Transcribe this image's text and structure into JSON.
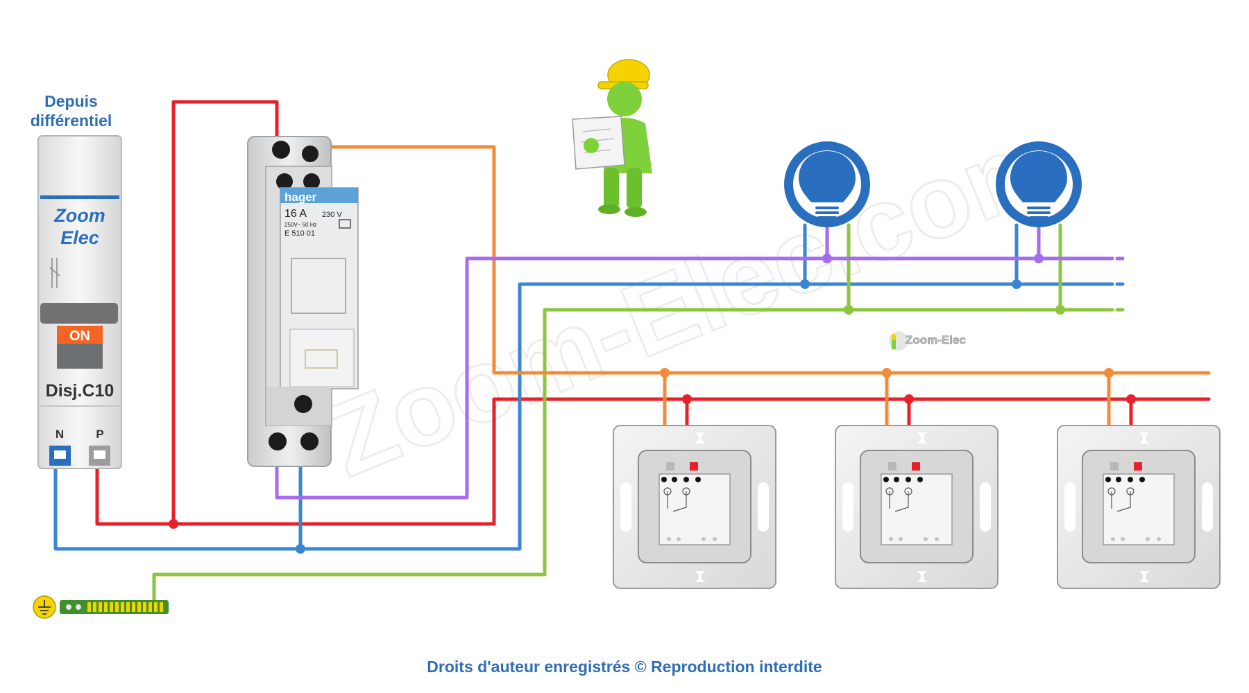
{
  "source_label": {
    "line1": "Depuis",
    "line2": "différentiel"
  },
  "breaker": {
    "brand_line1": "Zoom",
    "brand_line2": "Elec",
    "state_label": "ON",
    "rating_label": "Disj.C10",
    "terminal_neutral": "N",
    "terminal_phase": "P"
  },
  "relay": {
    "brand": "hager",
    "current_rating": "16 A",
    "coil_voltage": "230 V",
    "supply_rating": "250V~ 50 Hz",
    "reference": "E 510 01"
  },
  "watermark": {
    "text": "Zoom-Elec.com",
    "logo_text": "Zoom-Elec"
  },
  "footer": {
    "copyright": "Droits d'auteur enregistrés © Reproduction interdite"
  },
  "colors": {
    "phase": "#e8202a",
    "neutral": "#3a86d4",
    "earth": "#8cc63e",
    "return": "#f28c3a",
    "lamp_feed": "#a66cf0",
    "bulb_blue": "#2a6fbf",
    "text_blue": "#2f6db5",
    "breaker_orange": "#f26522"
  },
  "icons": [
    "earth-symbol-icon",
    "bulb-icon",
    "worker-with-plan-icon"
  ]
}
